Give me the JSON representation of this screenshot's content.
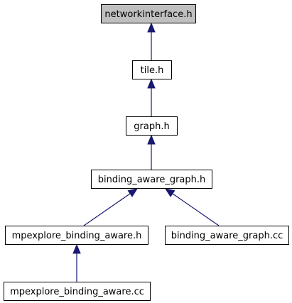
{
  "diagram": {
    "nodes": [
      {
        "id": "networkinterface",
        "label": "networkinterface.h",
        "highlighted": true
      },
      {
        "id": "tile",
        "label": "tile.h",
        "highlighted": false
      },
      {
        "id": "graph",
        "label": "graph.h",
        "highlighted": false
      },
      {
        "id": "binding_aware_graph",
        "label": "binding_aware_graph.h",
        "highlighted": false
      },
      {
        "id": "mpexplore_binding_aware_h",
        "label": "mpexplore_binding_aware.h",
        "highlighted": false
      },
      {
        "id": "binding_aware_graph_cc",
        "label": "binding_aware_graph.cc",
        "highlighted": false
      },
      {
        "id": "mpexplore_binding_aware_cc",
        "label": "mpexplore_binding_aware.cc",
        "highlighted": false
      }
    ],
    "edges": [
      {
        "from": "tile",
        "to": "networkinterface"
      },
      {
        "from": "graph",
        "to": "tile"
      },
      {
        "from": "binding_aware_graph",
        "to": "graph"
      },
      {
        "from": "mpexplore_binding_aware_h",
        "to": "binding_aware_graph"
      },
      {
        "from": "binding_aware_graph_cc",
        "to": "binding_aware_graph"
      },
      {
        "from": "mpexplore_binding_aware_cc",
        "to": "mpexplore_binding_aware_h"
      }
    ],
    "colors": {
      "highlight_fill": "#bfbfbf",
      "node_fill": "#ffffff",
      "node_border": "#000000",
      "edge": "#191970",
      "text": "#000000"
    }
  }
}
